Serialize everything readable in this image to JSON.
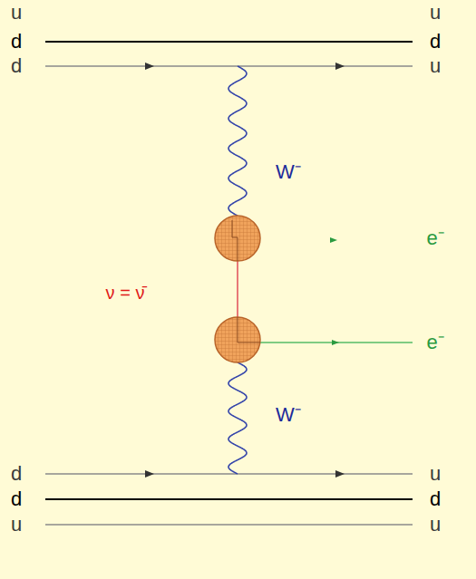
{
  "diagram": {
    "labels": [
      "u",
      "d",
      "d",
      "u",
      "d",
      "u",
      "W⁻",
      "e⁻",
      "ν = ν̄",
      "e⁻",
      "W⁻",
      "d",
      "d",
      "u",
      "u",
      "d",
      "u"
    ]
  }
}
